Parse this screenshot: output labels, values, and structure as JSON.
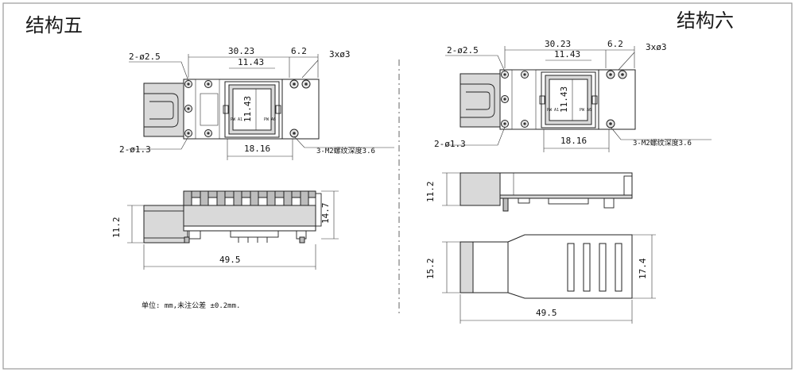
{
  "titles": {
    "left": "结构五",
    "right": "结构六"
  },
  "left": {
    "dim_width_total": "30.23",
    "dim_edge": "6.2",
    "dim_window_w": "11.43",
    "dim_window_h": "11.43",
    "dim_base": "18.16",
    "label_pin_holes": "2-ø2.5",
    "label_small_holes": "2-ø1.3",
    "label_mount_holes": "3xø3",
    "label_thread": "3-M2螺纹深度3.6",
    "dim_side_height": "11.2",
    "dim_fin_height": "14.7",
    "dim_length": "49.5",
    "chip_mark_1": "PW A1",
    "chip_mark_2": "PW A6",
    "note_units": "单位: mm,未注公差 ±0.2mm."
  },
  "right": {
    "dim_width_total": "30.23",
    "dim_edge": "6.2",
    "dim_window_w": "11.43",
    "dim_window_h": "11.43",
    "dim_base": "18.16",
    "label_pin_holes": "2-ø2.5",
    "label_small_holes": "2-ø1.3",
    "label_mount_holes": "3xø3",
    "label_thread": "3-M2螺纹深度3.6",
    "dim_side_height": "11.2",
    "dim_top_left": "15.2",
    "dim_top_right": "17.4",
    "dim_length": "49.5",
    "chip_mark_1": "PW A1",
    "chip_mark_2": "PW A6"
  }
}
